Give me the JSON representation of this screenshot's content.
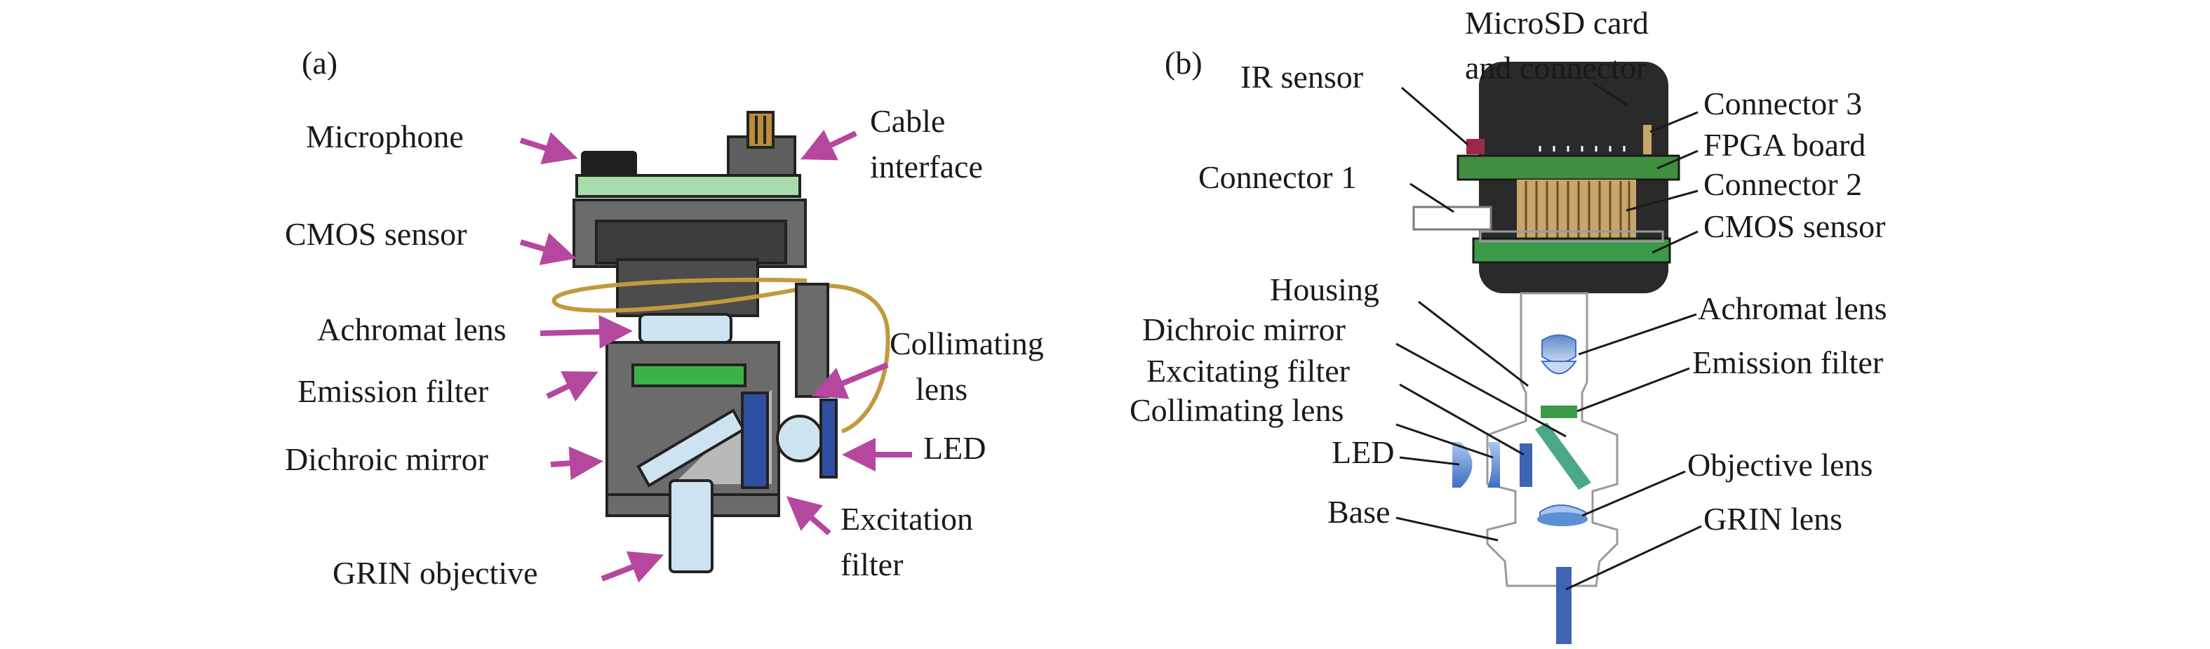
{
  "panel_a": {
    "tag": "(a)",
    "labels": {
      "microphone": "Microphone",
      "cable_interface_1": "Cable",
      "cable_interface_2": "interface",
      "cmos_sensor": "CMOS sensor",
      "achromat_lens": "Achromat lens",
      "collimating_lens_1": "Collimating",
      "collimating_lens_2": "lens",
      "emission_filter": "Emission filter",
      "led": "LED",
      "dichroic_mirror": "Dichroic mirror",
      "excitation_filter_1": "Excitation",
      "excitation_filter_2": "filter",
      "grin_objective": "GRIN objective"
    },
    "colors": {
      "arrow": "#b5479e",
      "body": "#6b6b6b",
      "body_dark": "#3d3d3d",
      "board": "#a8dcaa",
      "emission_filter": "#3cb34a",
      "lens": "#cde3ef",
      "excitation_filter": "#2f4fa3",
      "cable": "#c19a3f"
    }
  },
  "panel_b": {
    "tag": "(b)",
    "labels": {
      "microsd_1": "MicroSD card",
      "microsd_2": "and connector",
      "ir_sensor": "IR sensor",
      "connector_3": "Connector 3",
      "fpga_board": "FPGA board",
      "connector_1": "Connector 1",
      "connector_2": "Connector 2",
      "cmos_sensor": "CMOS sensor",
      "housing": "Housing",
      "achromat_lens": "Achromat lens",
      "dichroic_mirror": "Dichroic mirror",
      "excitating_filter": "Excitating filter",
      "emission_filter": "Emission filter",
      "collimating_lens": "Collimating lens",
      "led": "LED",
      "objective_lens": "Objective lens",
      "base": "Base",
      "grin_lens": "GRIN lens"
    },
    "colors": {
      "housing_dark": "#2a2a2a",
      "board": "#3f8f3f",
      "connector": "#c8a56a",
      "ir_sensor": "#9b2a4a",
      "lens_blue": "#5b8fd6",
      "mirror": "#4aa889",
      "filter_green": "#3a9a4a",
      "grin": "#3f64b3"
    }
  }
}
